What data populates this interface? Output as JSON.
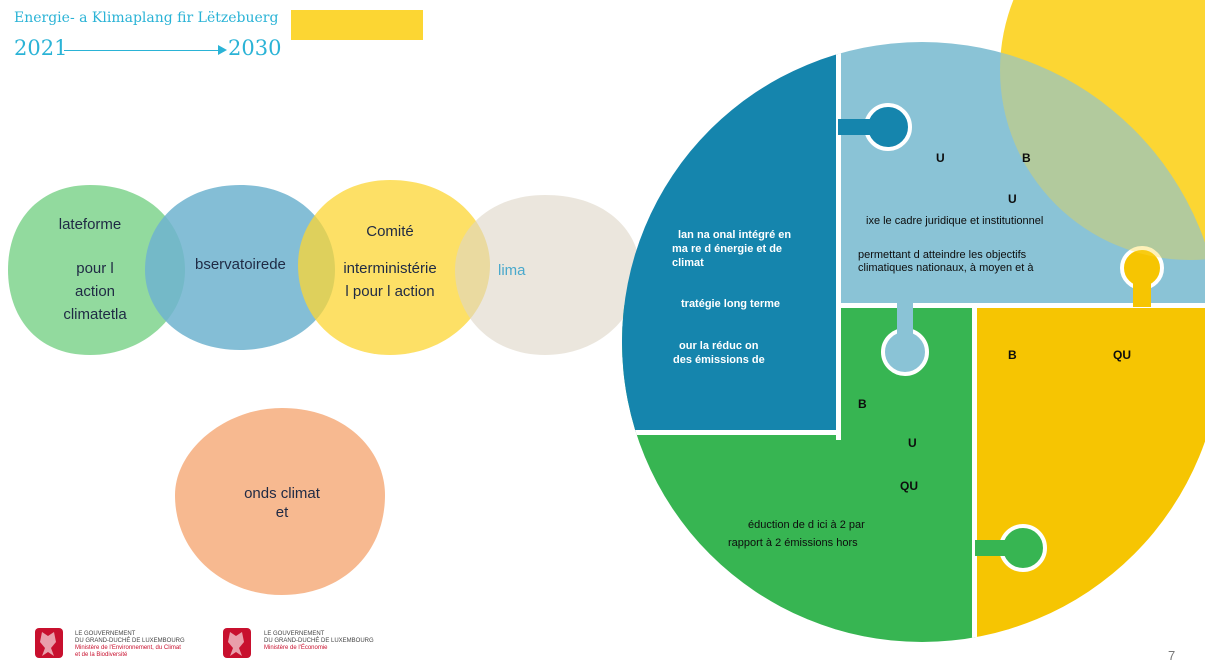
{
  "header": {
    "title": "Energie- a Klimaplang fir Lëtzebuerg",
    "year_start": "2021",
    "year_end": "2030"
  },
  "leaves": {
    "green": [
      "lateforme",
      "pour l",
      "action",
      "climatetla"
    ],
    "blue": "bservatoirede",
    "yellow": [
      "Comité",
      "interministérie",
      "l pour l action"
    ],
    "beige": "lima",
    "orange": [
      "onds climat",
      "et"
    ]
  },
  "puzzle": {
    "dark_blue": [
      "lan na  onal intégré en",
      "ma    re d énergie et de",
      "climat",
      "tratégie    long terme",
      "our  la  réduc      on",
      "des   émissions de"
    ],
    "light_blue": {
      "letters": [
        "U",
        "B",
        "U"
      ],
      "lines": [
        "ixe le cadre juridique et institutionnel",
        "permettant d atteindre les objectifs",
        "climatiques nationaux, à moyen et à"
      ]
    },
    "green": {
      "letters": [
        "B",
        "U",
        "QU"
      ],
      "lines": [
        "éduction de        d ici à 2    par",
        "rapport à 2       émissions hors"
      ]
    },
    "yellow": {
      "letters": [
        "B",
        "QU"
      ]
    }
  },
  "footer": {
    "logo1": [
      "LE GOUVERNEMENT",
      "DU GRAND-DUCHÉ DE LUXEMBOURG",
      "Ministère de l'Environnement, du Climat",
      "et de la Biodiversité"
    ],
    "logo2": [
      "LE GOUVERNEMENT",
      "DU GRAND-DUCHÉ DE LUXEMBOURG",
      "Ministère de l'Économie"
    ],
    "page_number": "7"
  },
  "colors": {
    "accent": "#2ab3d6",
    "green": "#7fd38d",
    "blue": "#6fb3cf",
    "yellow": "#fcd633",
    "beige": "#ddd6c6",
    "orange": "#f6b184",
    "puzzle_dark_blue": "#1585ad",
    "puzzle_light_blue": "#8ac3d6",
    "puzzle_green": "#37b552",
    "puzzle_yellow": "#f6c502"
  }
}
